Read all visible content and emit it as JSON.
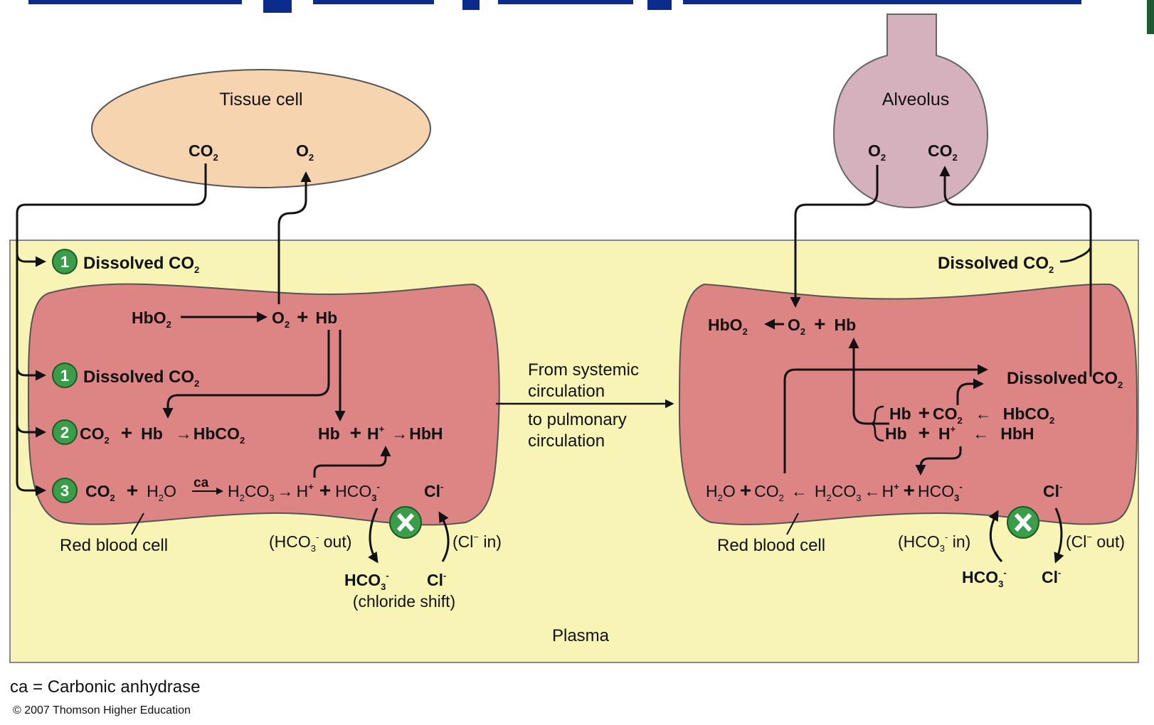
{
  "colors": {
    "plasma": "#f8f4b5",
    "rbc": "#dc8584",
    "tissue": "#f6d4b0",
    "alveolus": "#d5b0bd",
    "badge": "#3a9d49",
    "channel": "#3a9d49",
    "title_blue": "#0b2c8c"
  },
  "tissue_cell": {
    "label": "Tissue cell",
    "co2": "CO",
    "co2_sub": "2",
    "o2": "O",
    "o2_sub": "2"
  },
  "alveolus": {
    "label": "Alveolus",
    "o2": "O",
    "o2_sub": "2",
    "co2": "CO",
    "co2_sub": "2"
  },
  "left": {
    "dissolved_plasma": {
      "badge": "1",
      "text": "Dissolved CO",
      "sub": "2"
    },
    "hbo2_row": {
      "hbo2": "HbO",
      "sub": "2",
      "o2": "O",
      "o2_sub": "2",
      "plus": "+",
      "hb": "Hb"
    },
    "dissolved_cell": {
      "badge": "1",
      "text": "Dissolved CO",
      "sub": "2"
    },
    "row2": {
      "badge": "2",
      "co2": "CO",
      "co2_sub": "2",
      "plus": "+",
      "hb": "Hb",
      "arrow": "→",
      "product": "HbCO",
      "product_sub": "2"
    },
    "hbh_row": {
      "hb": "Hb",
      "plus": "+",
      "h": "H",
      "h_sup": "+",
      "arrow": "→",
      "hbh": "HbH"
    },
    "row3": {
      "badge": "3",
      "co2": "CO",
      "co2_sub": "2",
      "plus": "+",
      "h2o_a": "H",
      "h2o_sub": "2",
      "h2o_b": "O",
      "ca": "ca",
      "h2co3_a": "H",
      "h2co3_sub1": "2",
      "h2co3_b": "CO",
      "h2co3_sub2": "3",
      "arrow": "→",
      "h": "H",
      "h_sup": "+",
      "plus2": "+",
      "hco3": "HCO",
      "hco3_sub": "3",
      "hco3_sup": "-",
      "cl": "Cl",
      "cl_sup": "-"
    },
    "rbc_label": "Red blood cell",
    "hco3_out": {
      "open": "(HCO",
      "sub": "3",
      "sup": "-",
      "close": " out)"
    },
    "cl_in": {
      "open": "(Cl",
      "sup": "−",
      "close": " in)"
    },
    "hco3_plasma": {
      "text": "HCO",
      "sub": "3",
      "sup": "-"
    },
    "cl_plasma": {
      "text": "Cl",
      "sup": "-"
    },
    "chloride_shift": "(chloride shift)"
  },
  "middle": {
    "from_line1": "From systemic",
    "from_line2": "circulation",
    "to_line1": "to pulmonary",
    "to_line2": "circulation",
    "plasma": "Plasma"
  },
  "right": {
    "dissolved_plasma": {
      "text": "Dissolved CO",
      "sub": "2"
    },
    "hbo2_row": {
      "hbo2": "HbO",
      "sub": "2",
      "o2": "O",
      "o2_sub": "2",
      "plus": "+",
      "hb": "Hb"
    },
    "dissolved_cell": {
      "text": "Dissolved CO",
      "sub": "2"
    },
    "hbco2_row": {
      "hb": "Hb",
      "plus": "+",
      "co2": "CO",
      "co2_sub": "2",
      "arrow": "←",
      "hbco2": "HbCO",
      "hbco2_sub": "2"
    },
    "hbh_row": {
      "hb": "Hb",
      "plus": "+",
      "h": "H",
      "h_sup": "+",
      "arrow": "←",
      "hbh": "HbH"
    },
    "row3": {
      "h2o_a": "H",
      "h2o_sub": "2",
      "h2o_b": "O",
      "plus": "+",
      "co2": "CO",
      "co2_sub": "2",
      "arrow": "←",
      "h2co3_a": "H",
      "h2co3_sub1": "2",
      "h2co3_b": "CO",
      "h2co3_sub2": "3",
      "arrow2": "←",
      "h": "H",
      "h_sup": "+",
      "plus2": "+",
      "hco3": "HCO",
      "hco3_sub": "3",
      "hco3_sup": "-",
      "cl": "Cl",
      "cl_sup": "-"
    },
    "rbc_label": "Red blood cell",
    "hco3_in": {
      "open": "(HCO",
      "sub": "3",
      "sup": "-",
      "close": " in)"
    },
    "cl_out": {
      "open": "(Cl",
      "sup": "−",
      "close": " out)"
    },
    "hco3_plasma": {
      "text": "HCO",
      "sub": "3",
      "sup": "-"
    },
    "cl_plasma": {
      "text": "Cl",
      "sup": "-"
    }
  },
  "footer": {
    "ca_note": "ca = Carbonic anhydrase",
    "copyright": "© 2007 Thomson Higher Education"
  }
}
